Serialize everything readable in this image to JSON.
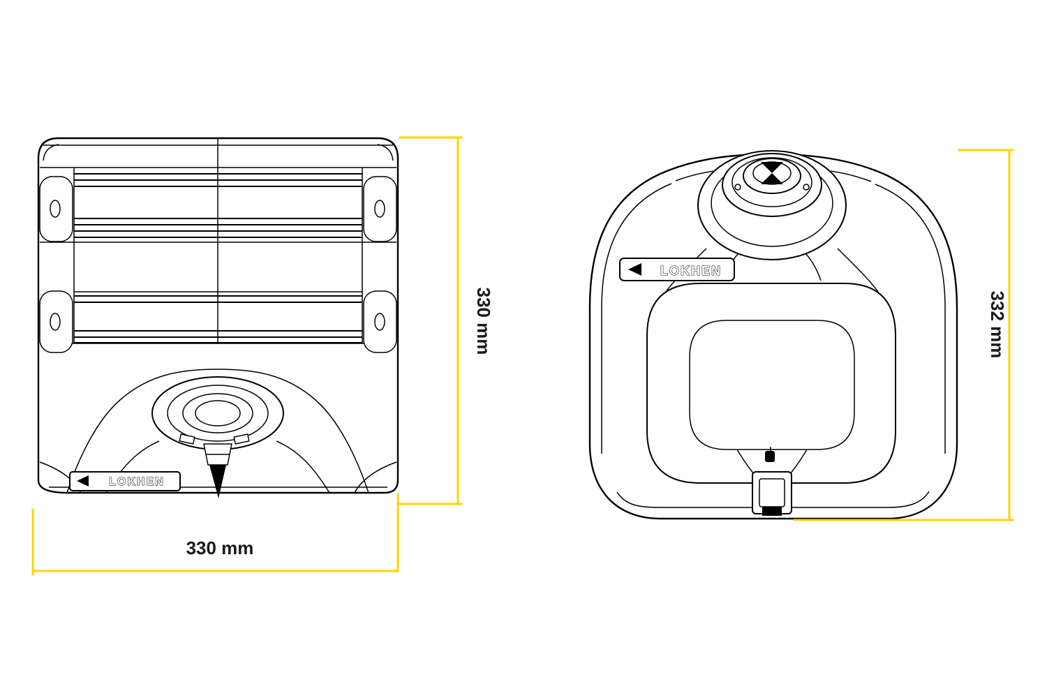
{
  "diagram": {
    "background": "#FFFFFF"
  },
  "brand": {
    "name": "LOKHEN"
  },
  "colors": {
    "dimension_line": "#FFD400",
    "line_art": "#000000",
    "label_text": "#1A1A1A"
  },
  "dimensions": {
    "front_view": {
      "width": "330 mm",
      "height": "330 mm"
    },
    "side_view": {
      "height": "332 mm"
    }
  }
}
